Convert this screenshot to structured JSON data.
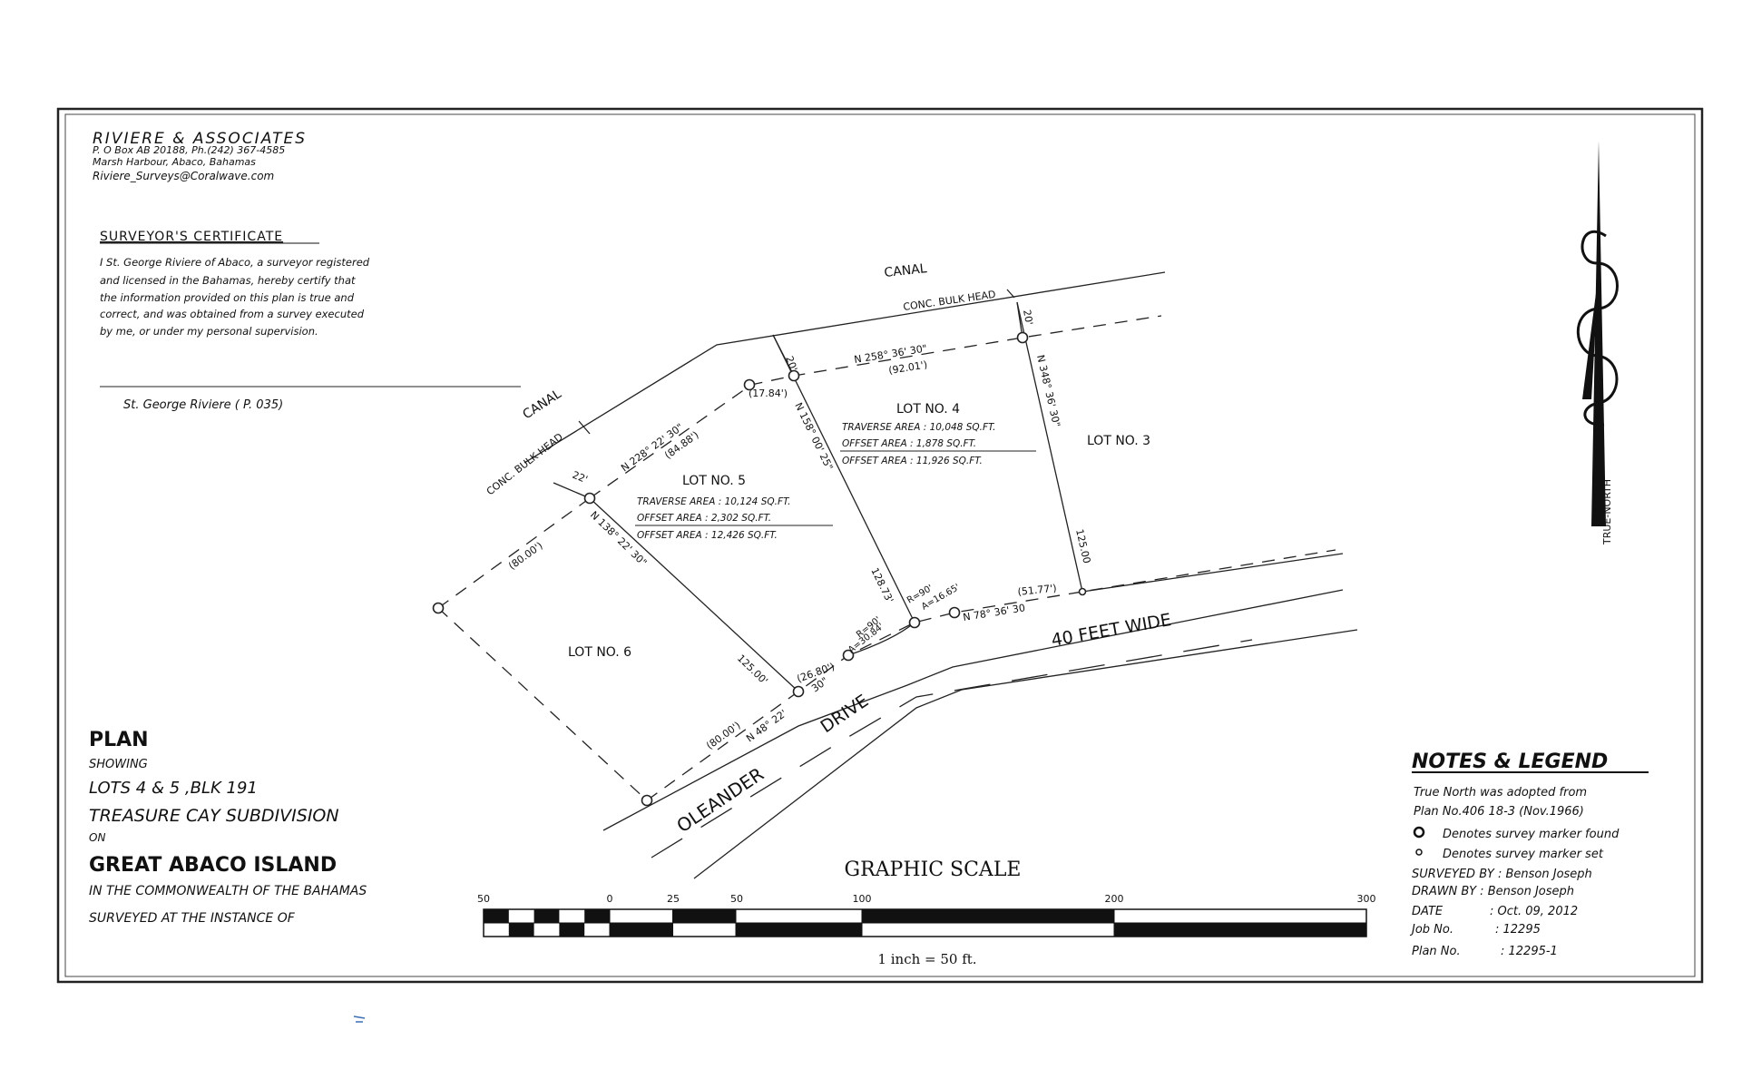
{
  "firm": {
    "name": "RIVIERE & ASSOCIATES",
    "address1": "P. O Box AB 20188, Ph.(242) 367-4585",
    "address2": "Marsh Harbour, Abaco, Bahamas",
    "email": "Riviere_Surveys@Coralwave.com"
  },
  "certificate": {
    "heading": "SURVEYOR'S CERTIFICATE",
    "lines": [
      "I St. George Riviere of Abaco, a surveyor registered",
      "and licensed in the Bahamas, hereby certify that",
      "the information provided on this plan is true and",
      "correct, and was obtained from a survey executed",
      "by me, or under my personal supervision."
    ],
    "signature": "St. George Riviere   ( P. 035)"
  },
  "title_block": {
    "plan": "PLAN",
    "showing": "SHOWING",
    "lots": "LOTS 4 & 5 ,BLK 191",
    "subdivision": "TREASURE CAY SUBDIVISION",
    "on": "ON",
    "island": "GREAT ABACO ISLAND",
    "commonwealth": "IN THE COMMONWEALTH OF THE BAHAMAS",
    "instance": "SURVEYED AT THE INSTANCE OF"
  },
  "map": {
    "canal_top": "CANAL",
    "canal_left": "CANAL",
    "bulkhead_top": "CONC. BULK HEAD",
    "bulkhead_left": "CONC. BULK HEAD",
    "lot3": "LOT  NO.  3",
    "lot6": "LOT  NO.  6",
    "lot4": {
      "title": "LOT  NO.  4",
      "traverse": "TRAVERSE AREA  :  10,048  SQ.FT.",
      "offset": "OFFSET    AREA  :    1,878  SQ.FT.",
      "offset_total": "OFFSET    AREA  :  11,926  SQ.FT."
    },
    "lot5": {
      "title": "LOT   NO.  5",
      "traverse": "TRAVERSE AREA  :  10,124  SQ.FT.",
      "offset": "OFFSET    AREA  :    2,302  SQ.FT.",
      "offset_total": "OFFSET    AREA  :  12,426  SQ.FT."
    },
    "road_name": "OLEANDER",
    "road_drive": "DRIVE",
    "road_width": "40  FEET  WIDE",
    "dims": {
      "top_bearing": "N  258°  36'      30\"",
      "top_dist": "(92.01')",
      "left_bearing": "N  228°  22'      30\"",
      "left_dist": "(84.88')",
      "short_top": "(17.84')",
      "off20a": "20'",
      "off20b": "20'",
      "off22": "22'",
      "mid_bearing": "N  158°    00'    25\"",
      "mid_dist": "128.73'",
      "right_bearing": "N  348°    36'    30\"",
      "right_dist": "125.00",
      "west_bearing": "N  138°    22'    30\"",
      "west_dist": "125.00'",
      "west_top": "(80.00')",
      "bottom_dist": "(80.00')",
      "bottom_bearing": "N  48°  22'",
      "bottom_sec": "30\"",
      "curve_dist": "(26.80')",
      "r1": "R=90'",
      "a1": "A=30.84'",
      "r2": "R=90'",
      "a2": "A=16.65'",
      "se_dist": "(51.77')",
      "se_bearing": "N  78°    36'     30"
    }
  },
  "north": {
    "label": "TRUE-NORTH"
  },
  "scale": {
    "title": "GRAPHIC SCALE",
    "ticks": [
      "50",
      "0",
      "25",
      "50",
      "100",
      "200",
      "300"
    ],
    "caption": "1  inch  =  50   ft."
  },
  "notes": {
    "heading": "NOTES & LEGEND",
    "line1": "True North was adopted from",
    "line2": "Plan No.406 18-3 (Nov.1966)",
    "legend_found": "Denotes survey marker found",
    "legend_set": "Denotes survey marker set",
    "surveyed_by": "SURVEYED BY : Benson Joseph",
    "drawn_by": "DRAWN BY : Benson Joseph",
    "date_label": "DATE",
    "date_value": ":  Oct. 09, 2012",
    "job_label": "Job No.",
    "job_value": ":  12295",
    "plan_label": "Plan No.",
    "plan_value": ":  12295-1"
  }
}
